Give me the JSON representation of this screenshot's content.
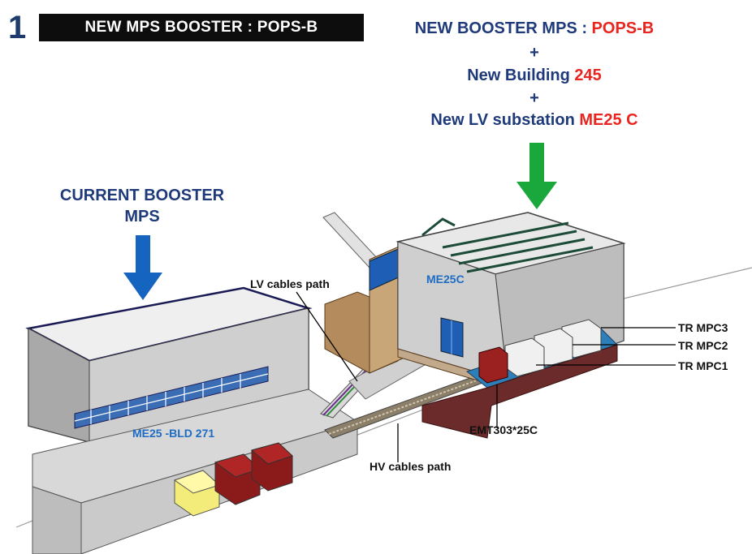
{
  "slide_number": "1",
  "title_box": "NEW MPS BOOSTER : POPS-B",
  "header": {
    "line1_prefix": "NEW BOOSTER MPS : ",
    "line1_highlight": "POPS-B",
    "plus1": "+",
    "line2_prefix": "New  Building ",
    "line2_highlight": "245",
    "plus2": "+",
    "line3_prefix": "New  LV substation  ",
    "line3_highlight": "ME25 C"
  },
  "current_label": {
    "line1": "CURRENT BOOSTER",
    "line2": "MPS"
  },
  "labels": {
    "lv_cables": "LV cables path",
    "hv_cables": "HV cables path",
    "me25c": "ME25C",
    "bld271": "ME25 -BLD 271",
    "emt": "EMT303*25C",
    "tr_mpc3": "TR MPC3",
    "tr_mpc2": "TR MPC2",
    "tr_mpc1": "TR MPC1"
  },
  "colors": {
    "header_blue": "#1f3a7a",
    "highlight_red": "#e8251f",
    "arrow_green": "#1aa83c",
    "arrow_blue": "#1565c0",
    "label_blue": "#1e6cc4"
  }
}
